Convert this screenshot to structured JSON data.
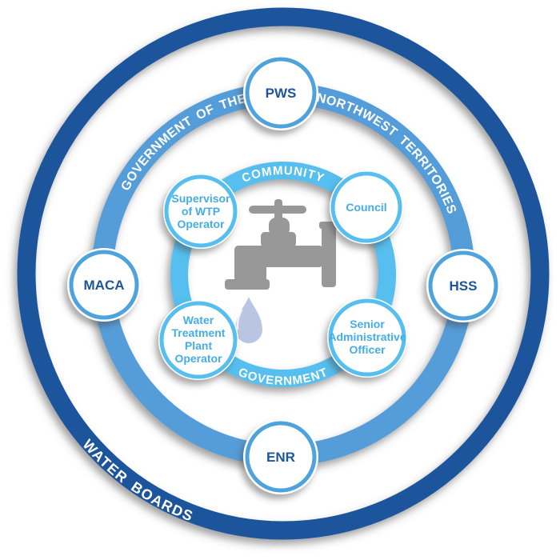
{
  "rings": {
    "outer": {
      "label": "WATER BOARDS",
      "color": "#1B559C"
    },
    "middle": {
      "label_left": "GOVERNMENT OF THE",
      "label_right": "NORTHWEST TERRITORIES",
      "color": "#549DD8"
    },
    "inner": {
      "label_top": "COMMUNITY",
      "label_bottom": "GOVERNMENT",
      "color": "#56BFEF"
    }
  },
  "nodes": {
    "gnwt": [
      {
        "id": "pws",
        "label": "PWS"
      },
      {
        "id": "maca",
        "label": "MACA"
      },
      {
        "id": "hss",
        "label": "HSS"
      },
      {
        "id": "enr",
        "label": "ENR"
      }
    ],
    "community": [
      {
        "id": "supervisor-of-wtp-operator",
        "lines": [
          "Supervisor",
          "of WTP",
          "Operator"
        ]
      },
      {
        "id": "council",
        "lines": [
          "Council"
        ]
      },
      {
        "id": "water-treatment-plant-operator",
        "lines": [
          "Water",
          "Treatment",
          "Plant",
          "Operator"
        ]
      },
      {
        "id": "senior-administrative-officer",
        "lines": [
          "Senior",
          "Administrative",
          "Officer"
        ]
      }
    ]
  },
  "center": {
    "icon": "faucet-with-water-drop",
    "faucet_color": "#989898",
    "drop_color": "#B9C5E3"
  },
  "colors": {
    "outer_ring": "#1B559C",
    "middle_ring": "#549DD8",
    "inner_ring": "#56BFEF",
    "gnwt_node_border": "#4FA3DD",
    "gnwt_node_text": "#1B559C",
    "community_node_border": "#56BFEF",
    "community_node_text": "#45ADE4",
    "arc_text": "#FFFFFF",
    "node_fill": "#FFFFFF"
  }
}
